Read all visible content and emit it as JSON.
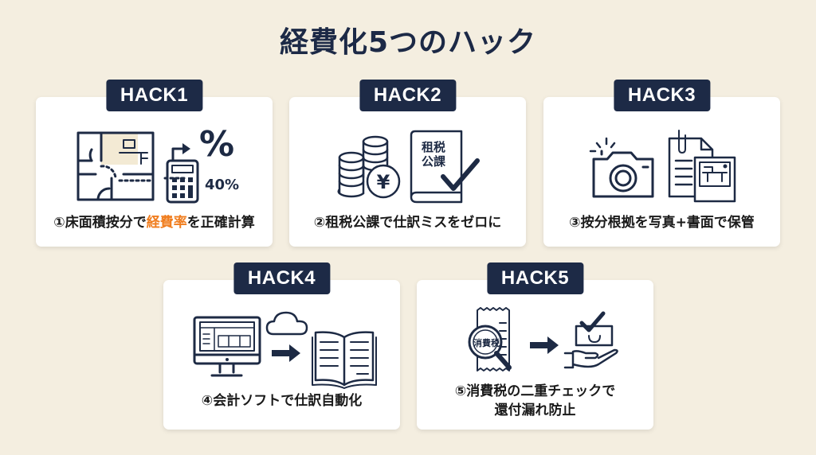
{
  "title": "経費化5つのハック",
  "colors": {
    "background": "#f4eee0",
    "badge": "#1d2a46",
    "highlight": "#f07d1e",
    "text": "#1a1a1a"
  },
  "hacks": [
    {
      "badge": "HACK1",
      "caption_pre": "①床面積按分で",
      "caption_highlight": "経費率",
      "caption_post": "を正確計算",
      "icon_text": {
        "percent": "%",
        "ratio": "40%"
      },
      "icons": [
        "floor-plan-icon",
        "arrow-icon",
        "calculator-icon"
      ]
    },
    {
      "badge": "HACK2",
      "caption": "②租税公課で仕訳ミスをゼロに",
      "icon_text": {
        "book_title_1": "租税",
        "book_title_2": "公課",
        "yen": "¥"
      },
      "icons": [
        "coins-icon",
        "book-icon",
        "checkmark-icon"
      ]
    },
    {
      "badge": "HACK3",
      "caption": "③按分根拠を写真+書面で保管",
      "icons": [
        "camera-icon",
        "document-icon",
        "photo-icon"
      ]
    },
    {
      "badge": "HACK4",
      "caption": "④会計ソフトで仕訳自動化",
      "icons": [
        "monitor-icon",
        "cloud-icon",
        "arrow-icon",
        "ledger-book-icon"
      ]
    },
    {
      "badge": "HACK5",
      "caption_line1": "⑤消費税の二重チェックで",
      "caption_line2": "還付漏れ防止",
      "icon_text": {
        "lens_label": "消費税"
      },
      "icons": [
        "receipt-icon",
        "magnifier-icon",
        "arrow-icon",
        "refund-hand-icon"
      ]
    }
  ]
}
